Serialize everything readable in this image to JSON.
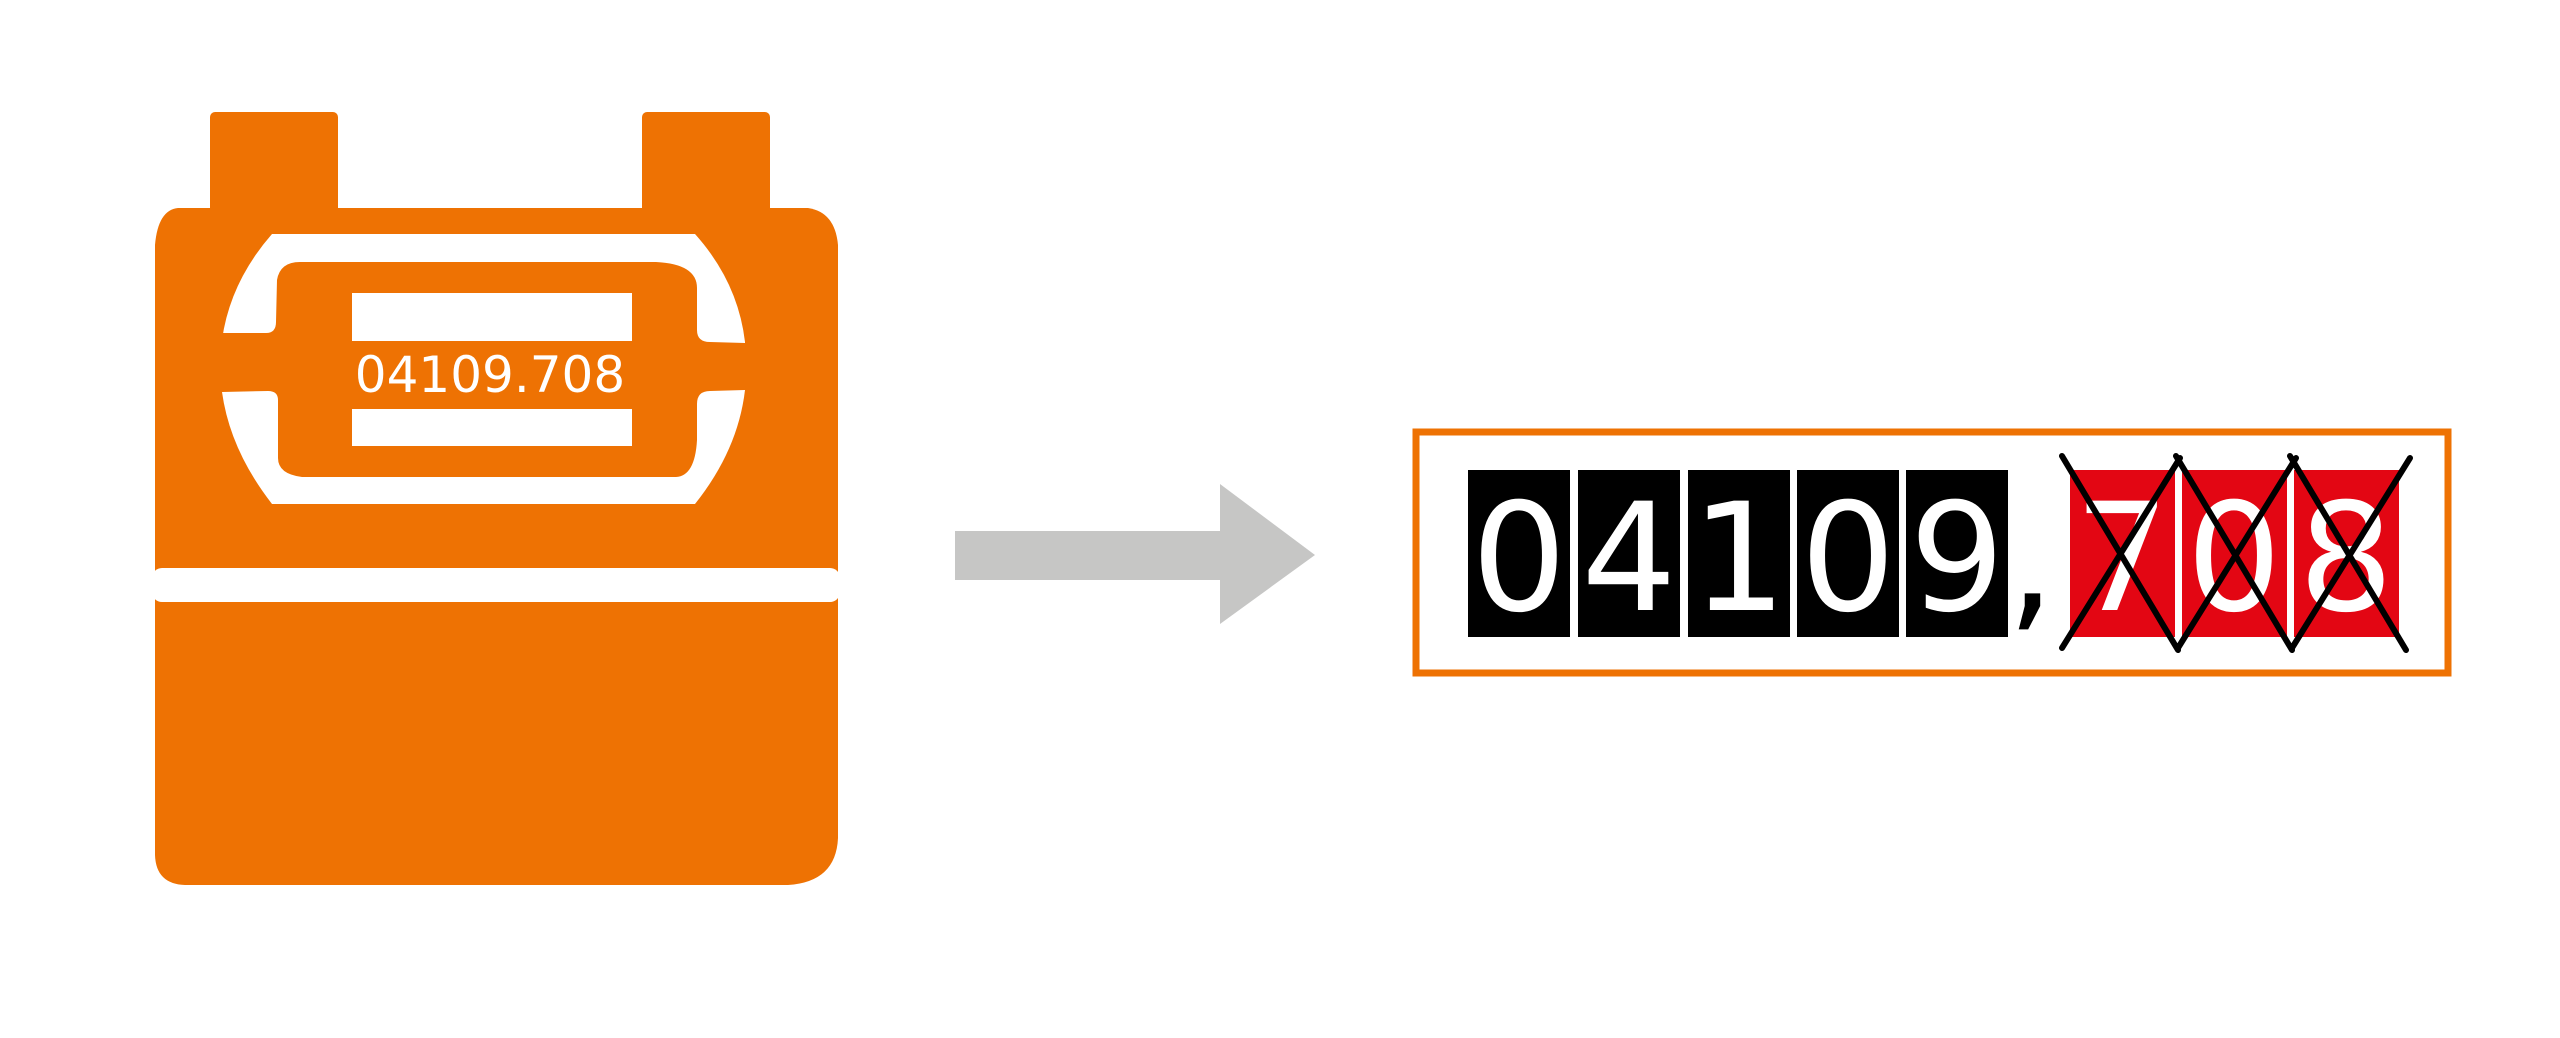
{
  "meter": {
    "display_reading": "04109.708",
    "body_color": "#EE7203"
  },
  "arrow": {
    "color": "#C6C6C5"
  },
  "readout": {
    "frame_color": "#EE7203",
    "integer_digits": [
      "0",
      "4",
      "1",
      "0",
      "9"
    ],
    "separator": ",",
    "decimal_digits": [
      "7",
      "0",
      "8"
    ],
    "integer_digit_bg": "#000000",
    "decimal_digit_bg": "#E30613",
    "decimal_digits_crossed_out": true
  }
}
